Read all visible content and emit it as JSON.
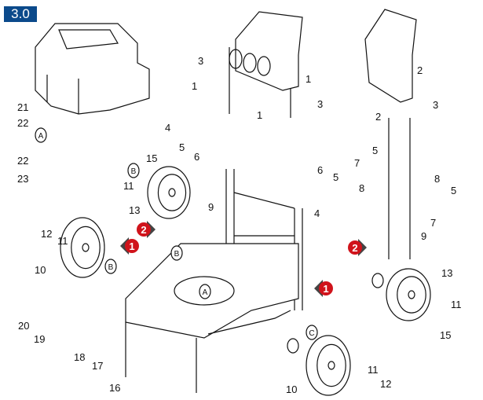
{
  "section_label": "3.0",
  "accent_color": "#0b4a8b",
  "arrow_color": "#d0131b",
  "part_numbers": [
    "3",
    "1",
    "1",
    "3",
    "1",
    "4",
    "5",
    "6",
    "15",
    "11",
    "9",
    "13",
    "6",
    "5",
    "4",
    "12",
    "11",
    "10",
    "20",
    "19",
    "18",
    "17",
    "16",
    "10",
    "11",
    "12",
    "2",
    "3",
    "2",
    "7",
    "5",
    "8",
    "8",
    "5",
    "7",
    "9",
    "13",
    "11",
    "15",
    "21",
    "22",
    "22",
    "23"
  ],
  "reference_letters": [
    "A",
    "A",
    "B",
    "B",
    "B",
    "C",
    "",
    ""
  ],
  "step_markers": [
    "2",
    "1",
    "1",
    "2"
  ]
}
